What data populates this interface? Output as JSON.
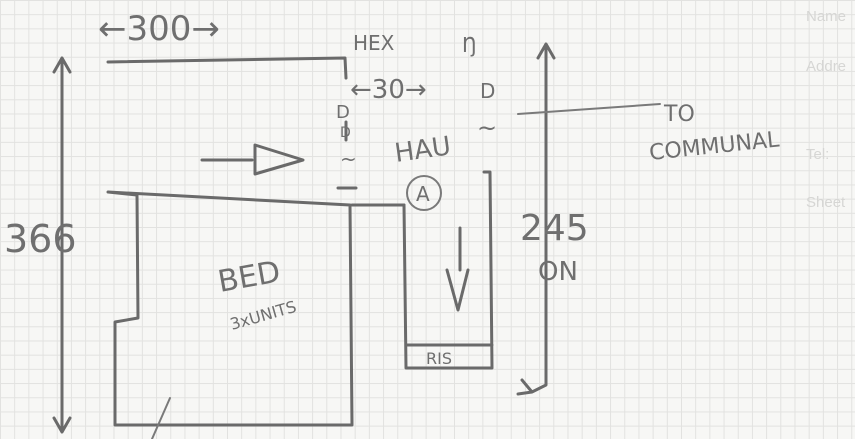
{
  "sketch": {
    "width_dim": "←300→",
    "hex_label": "HEX",
    "dim_30": "←30→",
    "d_left": "D",
    "d_right": "D",
    "d_mid": "D",
    "tilde_mid": "~",
    "n_right": "Ŋ",
    "hau_label": "HAU",
    "hau_tilde": "~",
    "a_marker": "A",
    "to_communal": [
      "TO",
      "COMMUNAL"
    ],
    "height_dim": "366",
    "bed_label": "BED",
    "bed_units": "3xUNITS",
    "dim_245": "245",
    "dim_on": "ON",
    "ris_label": "RIS"
  },
  "form": {
    "name_label": "Name",
    "address_label": "Addre",
    "tel_label": "Tel:",
    "sheet_label": "Sheet"
  }
}
